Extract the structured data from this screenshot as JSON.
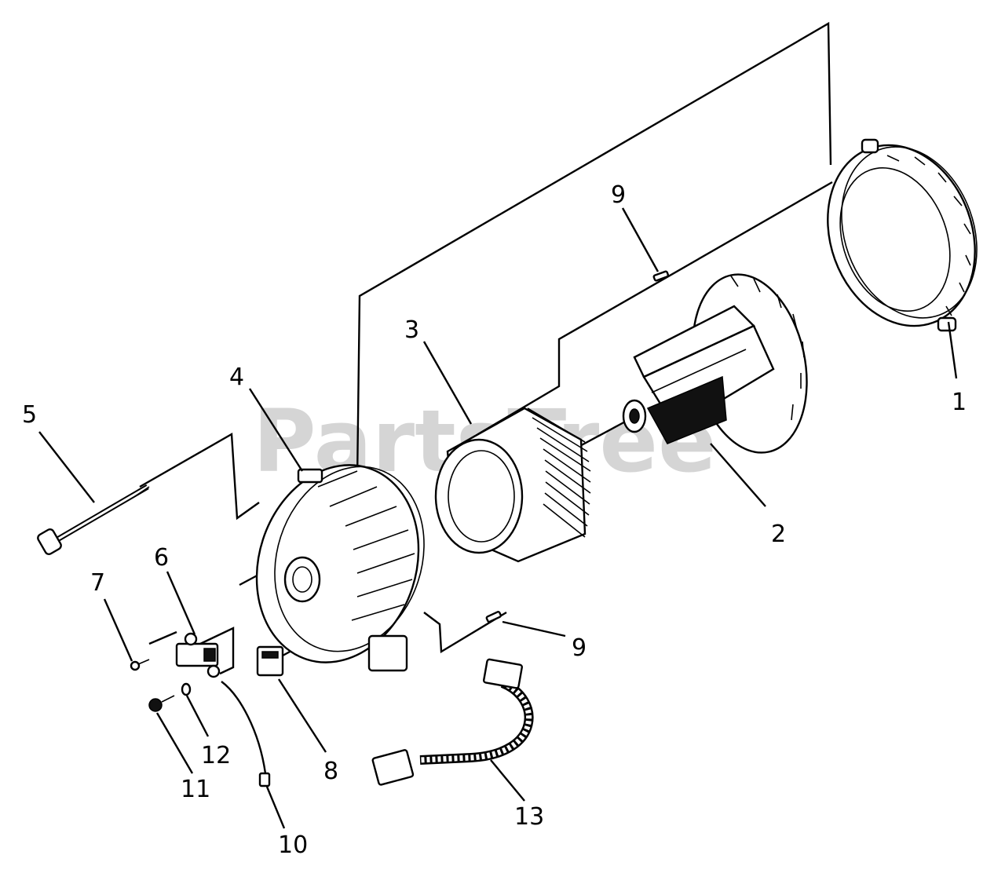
{
  "watermark": "PartsTree",
  "callouts": [
    {
      "id": "1",
      "label": "1"
    },
    {
      "id": "2",
      "label": "2"
    },
    {
      "id": "3",
      "label": "3"
    },
    {
      "id": "4",
      "label": "4"
    },
    {
      "id": "5",
      "label": "5"
    },
    {
      "id": "6",
      "label": "6"
    },
    {
      "id": "7",
      "label": "7"
    },
    {
      "id": "8",
      "label": "8"
    },
    {
      "id": "9a",
      "label": "9"
    },
    {
      "id": "9b",
      "label": "9"
    },
    {
      "id": "10",
      "label": "10"
    },
    {
      "id": "11",
      "label": "11"
    },
    {
      "id": "12",
      "label": "12"
    },
    {
      "id": "13",
      "label": "13"
    }
  ]
}
